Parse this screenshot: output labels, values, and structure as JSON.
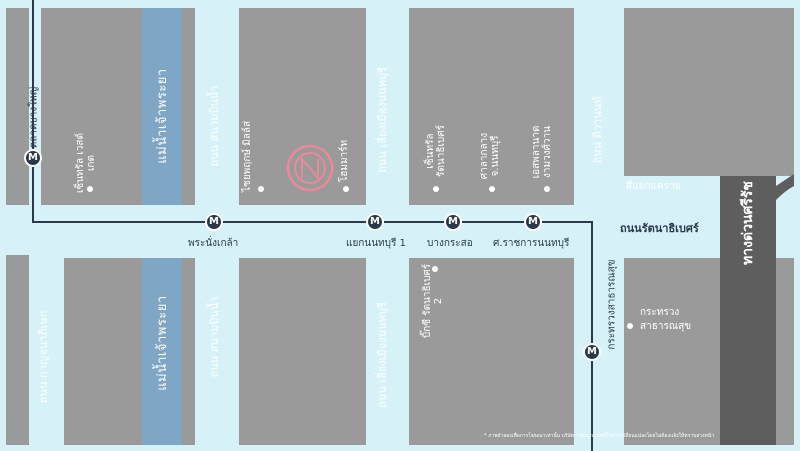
{
  "colors": {
    "block": "#9a9a9a",
    "road": "#d6f1f8",
    "river": "#7fa6c4",
    "expressway": "#5e5e5e",
    "rail": "#2b3a4a",
    "logo": "#e98a9a"
  },
  "roads": {
    "rattanathibet": "ถนนรัตนาธิเบศร์",
    "expressway": "ทางด่วนศรีรัช",
    "sanambinnam_top": "ถนน สนามบินน้ำ",
    "sanambinnam_bottom": "ถนน สนามบินน้ำ",
    "liang_muang_top": "ถนน เลี่ยงเมืองนนทบุรี",
    "liang_muang_bottom": "ถนน เลี่ยงเมืองนนทบุรี",
    "tiwanon_top": "ถนน ติวานนท์",
    "kanchanaphisek": "ถนน กาญจนาภิเษก",
    "khae_rai": "สี่แยกแคราย"
  },
  "rivers": {
    "top": "แม่น้ำเจ้าพระยา",
    "bottom": "แม่น้ำเจ้าพระยา"
  },
  "places": {
    "central_westgate": "เซ็นทรัล เวสต์เกต",
    "chaiyapruek": "ไชยพฤกษ์ มิลล์ส่",
    "the_mall": "โฮมมาร์ท",
    "central_rattanathibet": "เซ็นทรัล รัตนาธิเบศร์",
    "city_hall": "ศาลากลาง จ.นนทบุรี",
    "esplanade": "เอสพลานาด งามวงศ์วาน",
    "big_c": "บิ๊กซี รัตนาธิเบศร์ 2",
    "ministry": "กระทรวง สาธารณสุข"
  },
  "stations": {
    "bang_yai": "ตลาดบางใหญ่",
    "phra_nang_klao": "พระนั่งเกล้า",
    "yaek_nonthaburi": "แยกนนทบุรี 1",
    "bang_krasor": "บางกระสอ",
    "sor_ratchakan": "ศ.ราชการนนทบุรี",
    "ministry_station": "กระทรวงสาธารณสุข"
  },
  "station_glyph": "M",
  "footnote": "* ภาพจำลองเพื่อการโฆษณาเท่านั้น บริษัทฯ ขอสงวนสิทธิ์ในการเปลี่ยนแปลงโดยไม่ต้องแจ้งให้ทราบล่วงหน้า"
}
